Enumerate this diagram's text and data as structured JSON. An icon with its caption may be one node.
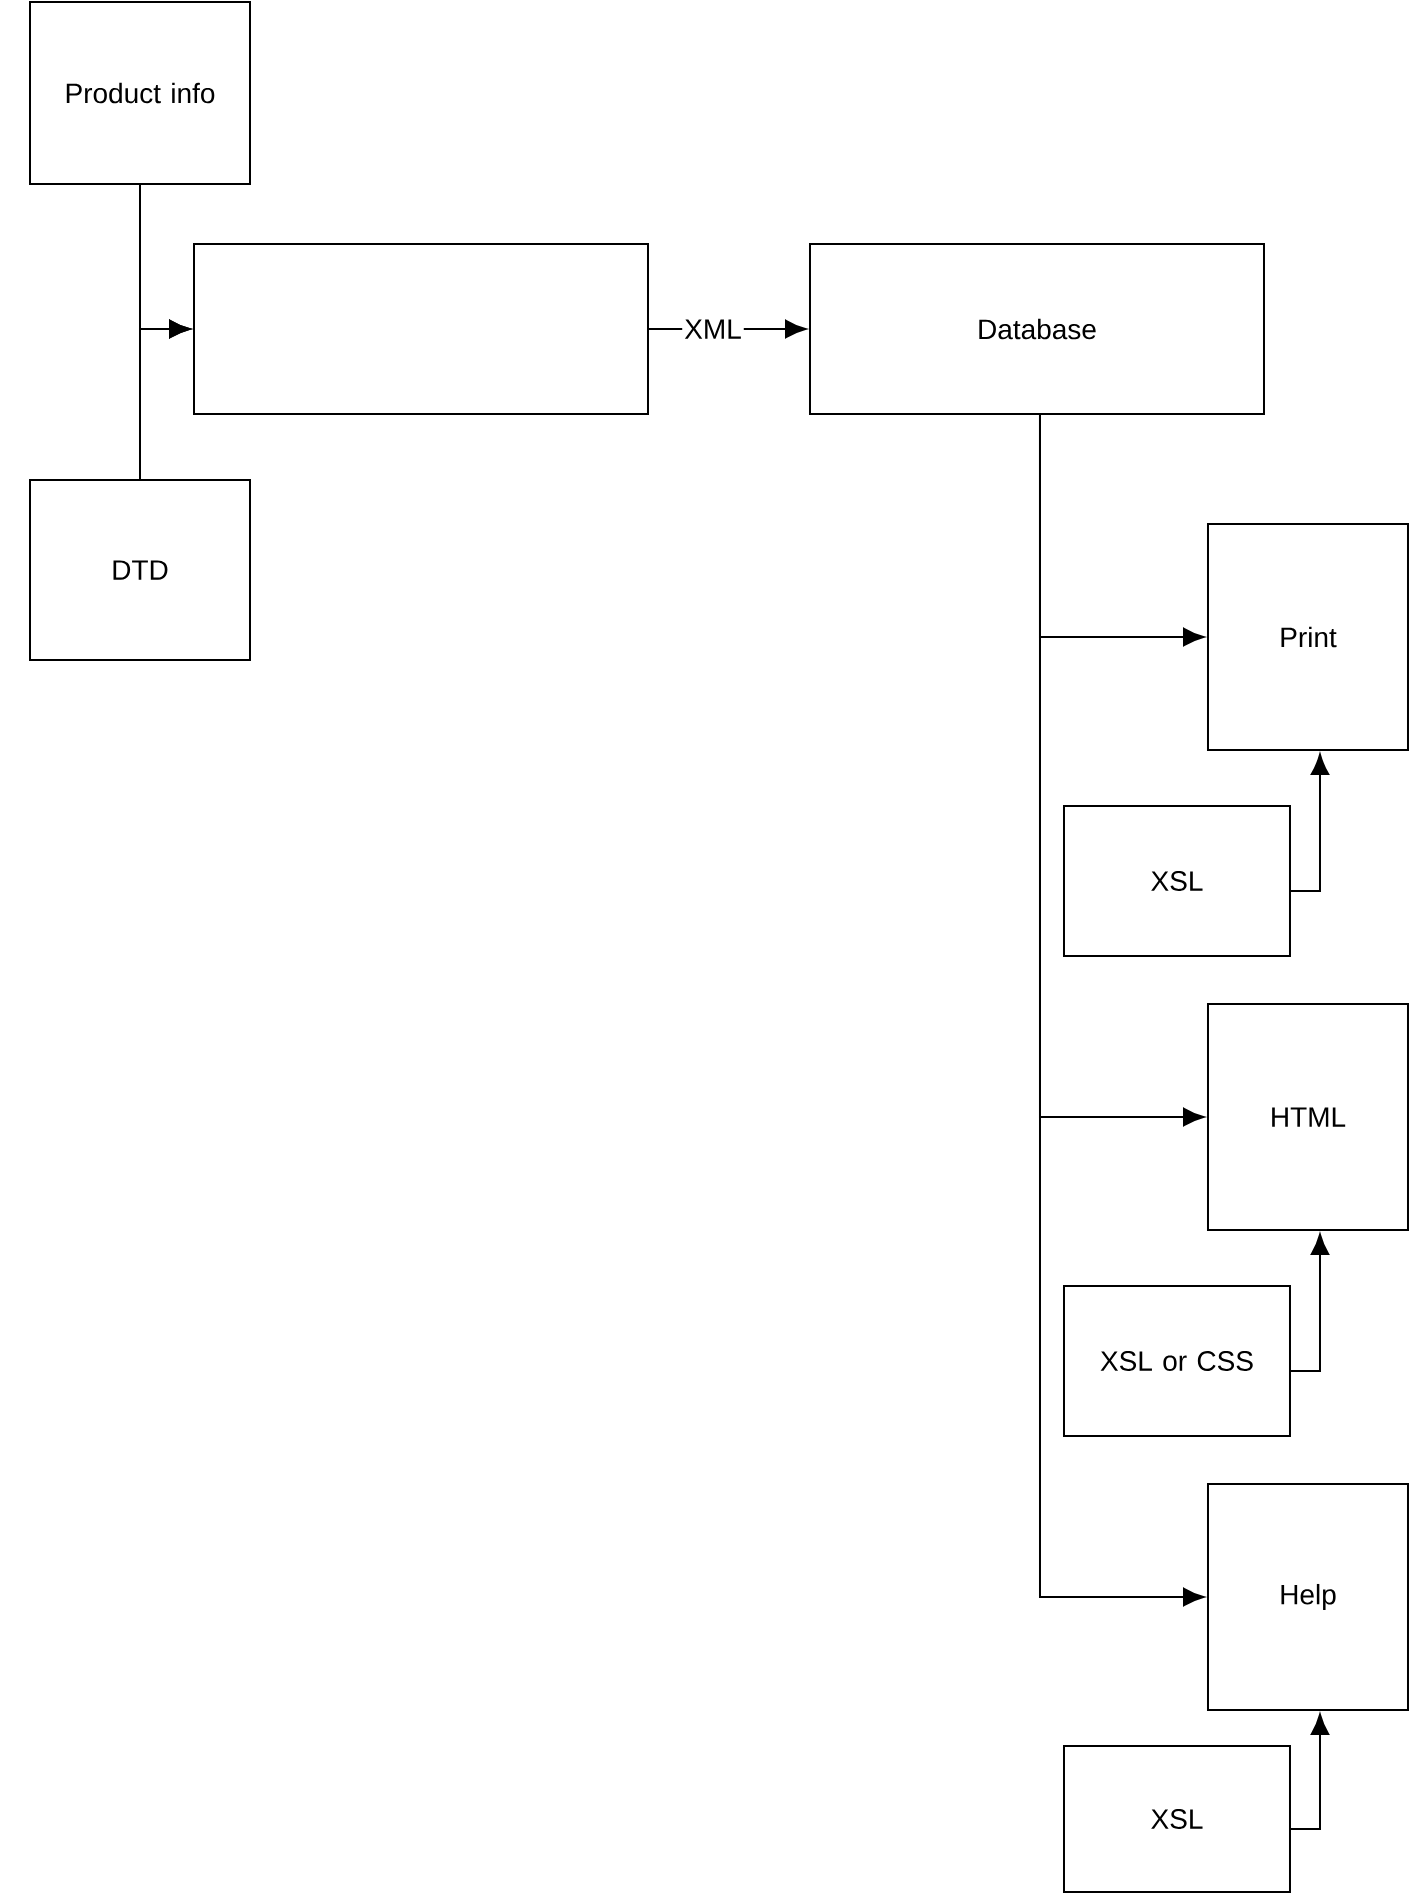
{
  "diagram": {
    "nodes": [
      {
        "text": [
          "Product info"
        ]
      },
      {
        "text": [
          "DTD"
        ]
      },
      {
        "text": [],
        "shape": "box"
      },
      {
        "text": [
          "Database"
        ]
      },
      {
        "text": [
          "Print"
        ]
      },
      {
        "text": [
          "XSL"
        ]
      },
      {
        "text": [
          "HTML"
        ]
      },
      {
        "text": [
          "XSL or CSS"
        ]
      },
      {
        "text": [
          "Help"
        ]
      },
      {
        "text": [
          "XSL"
        ]
      }
    ],
    "edges": [
      {
        "from": 0,
        "to": 2,
        "arrow": "to"
      },
      {
        "from": 1,
        "to": 2,
        "arrow": "to"
      },
      {
        "from": 2,
        "to": 3,
        "arrow": "to",
        "label": "XML"
      },
      {
        "from": 3,
        "to": 4,
        "arrow": "to"
      },
      {
        "from": 5,
        "to": 4,
        "arrow": "to"
      },
      {
        "from": 3,
        "to": 6,
        "arrow": "to"
      },
      {
        "from": 7,
        "to": 6,
        "arrow": "to"
      },
      {
        "from": 3,
        "to": 8,
        "arrow": "to"
      },
      {
        "from": 9,
        "to": 8,
        "arrow": "to"
      }
    ]
  }
}
